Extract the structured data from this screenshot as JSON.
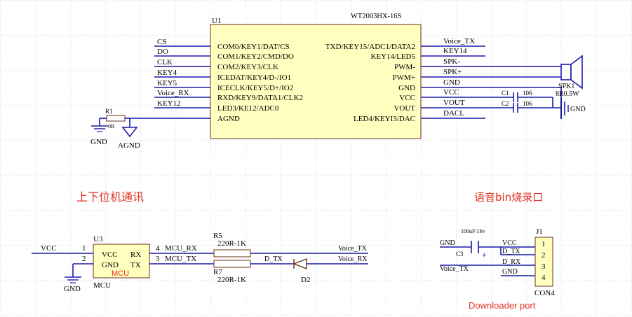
{
  "colors": {
    "wire": "#1a1aa8",
    "body": "#ffffc0",
    "outline": "#6b2f1a",
    "label": "#e03020"
  },
  "u1": {
    "ref": "U1",
    "part": "WT2003HX-16S",
    "left_pins": [
      "COM0/KEY1/DAT/CS",
      "COM1/KEY2/CMD/DO",
      "COM2/KEY3/CLK",
      "ICEDAT/KEY4/D-/IO1",
      "ICECLK/KEY5/D+/IO2",
      "RXD/KEY9/DATA1/CLK2",
      "LED3/KE12/ADC0",
      "AGND"
    ],
    "right_pins": [
      "TXD/KEY15/ADC1/DATA2",
      "KEY14/LED5",
      "PWM-",
      "PWM+",
      "GND",
      "VCC",
      "VOUT",
      "LED4/KEYI3/DAC"
    ],
    "left_nets": [
      "CS",
      "DO",
      "CLK",
      "KEY4",
      "KEY5",
      "Voice_RX",
      "KEY12"
    ],
    "right_nets": [
      "Voice_TX",
      "KEY14",
      "SPK-",
      "SPK+",
      "GND",
      "VCC",
      "VOUT",
      "DACL"
    ]
  },
  "r1": {
    "ref": "R1",
    "value": "0R",
    "gnd": "GND",
    "agnd": "AGND"
  },
  "caps_top": {
    "c1": "C1",
    "c1_val": "106",
    "c2": "C2",
    "c2_val": "106",
    "gnd": "GND"
  },
  "spk": {
    "ref": "SPK1",
    "value": "8R0.5W"
  },
  "section_titles": {
    "left": "上下位机通讯",
    "right": "语音bin烧录口",
    "port": "Downloader port"
  },
  "u3": {
    "ref": "U3",
    "name_inside": "MCU",
    "name_below": "MCU",
    "left_pins": [
      {
        "num": "1",
        "name": "VCC"
      },
      {
        "num": "2",
        "name": "GND"
      }
    ],
    "right_pins": [
      {
        "num": "4",
        "name": "RX"
      },
      {
        "num": "3",
        "name": "TX"
      }
    ],
    "vcc_net": "VCC",
    "gnd": "GND",
    "rx_net": "MCU_RX",
    "tx_net": "MCU_TX"
  },
  "r5": {
    "ref": "R5",
    "value": "220R-1K"
  },
  "r7": {
    "ref": "R7",
    "value": "220R-1K"
  },
  "d2": {
    "ref": "D2",
    "net": "D_TX"
  },
  "bottom_nets": {
    "voice_tx": "Voice_TX",
    "voice_rx": "Voice_RX"
  },
  "c3": {
    "ref": "C3",
    "value": "100uF/16v",
    "plus": "+"
  },
  "j1": {
    "ref": "J1",
    "name": "CON4",
    "pins": [
      "1",
      "2",
      "3",
      "4"
    ],
    "wires": [
      "VCC",
      "D_TX",
      "D_RX",
      "GND"
    ],
    "left_nets": [
      "GND",
      "Voice_TX"
    ]
  }
}
